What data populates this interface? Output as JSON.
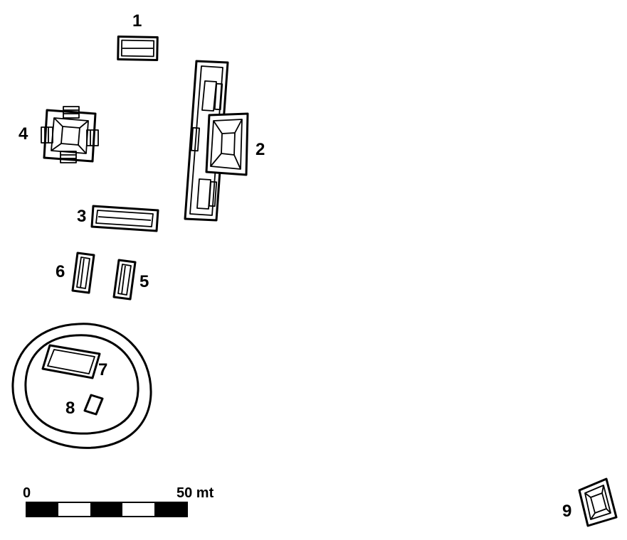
{
  "labels": {
    "s1": "1",
    "s2": "2",
    "s3": "3",
    "s4": "4",
    "s5": "5",
    "s6": "6",
    "s7": "7",
    "s8": "8",
    "s9": "9"
  },
  "scale": {
    "start_label": "0",
    "end_label": "50 mt"
  }
}
